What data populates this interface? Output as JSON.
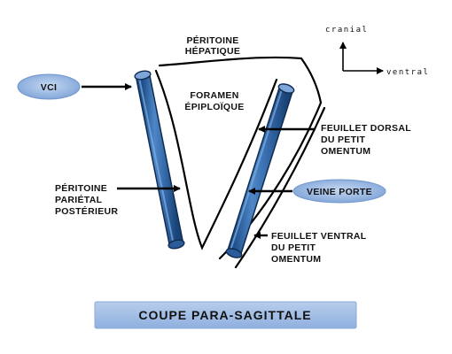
{
  "axes": {
    "vertical_label": "cranial",
    "horizontal_label": "ventral"
  },
  "labels": {
    "vci": "VCI",
    "peritoine_hepatique": [
      "PÉRITOINE",
      "HÉPATIQUE"
    ],
    "foramen_epiploique": [
      "FORAMEN",
      "ÉPIPLOÏQUE"
    ],
    "feuillet_dorsal": [
      "FEUILLET DORSAL",
      "DU PETIT",
      "OMENTUM"
    ],
    "peritoine_parietal": [
      "PÉRITOINE",
      "PARIÉTAL",
      "POSTÉRIEUR"
    ],
    "veine_porte": "VEINE PORTE",
    "feuillet_ventral": [
      "FEUILLET VENTRAL",
      "DU PETIT",
      "OMENTUM"
    ]
  },
  "title": "COUPE PARA-SAGITTALE",
  "colors": {
    "vessel_blue": "#3a6fb0",
    "badge_blue": "#9ab8e3",
    "line": "#000000"
  }
}
